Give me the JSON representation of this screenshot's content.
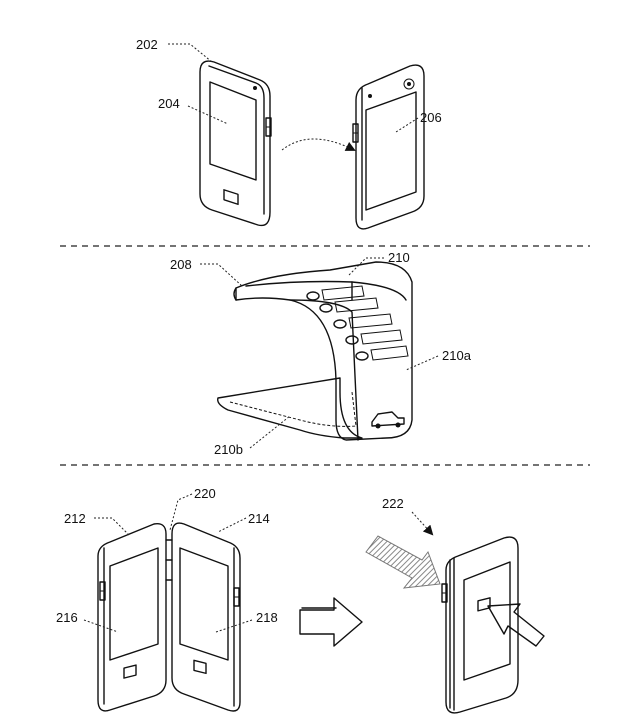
{
  "labels": {
    "r202": "202",
    "r204": "204",
    "r206": "206",
    "r208": "208",
    "r210": "210",
    "r210a": "210a",
    "r210b": "210b",
    "r212": "212",
    "r214": "214",
    "r216": "216",
    "r218": "218",
    "r220": "220",
    "r222": "222"
  },
  "colors": {
    "line": "#111111",
    "background": "#ffffff",
    "hatch_arrow": "#999999"
  }
}
